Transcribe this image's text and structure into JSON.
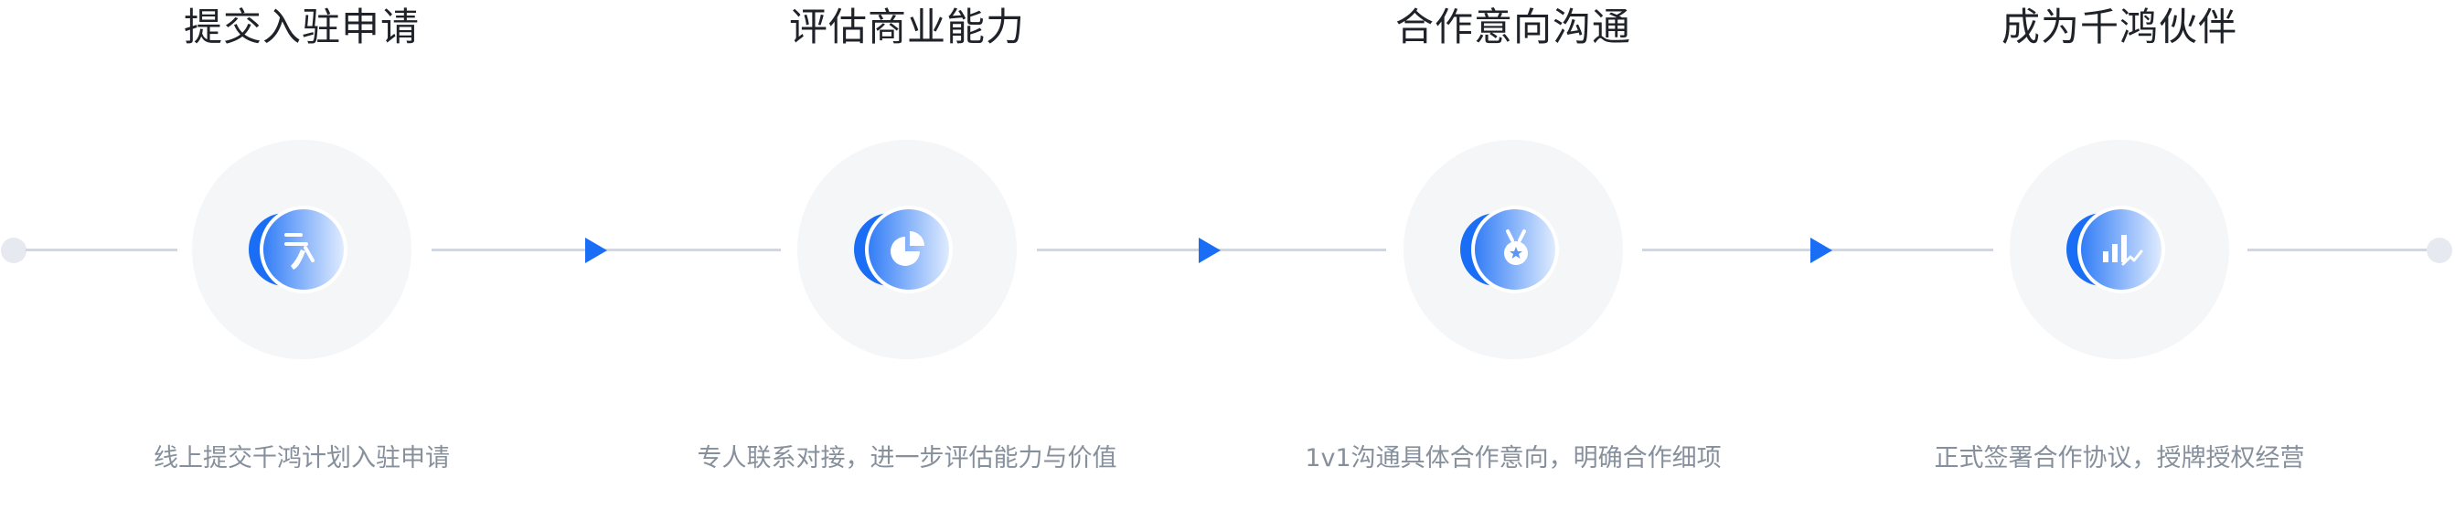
{
  "accent_color": "#1a6ef5",
  "steps": [
    {
      "title": "提交入驻申请",
      "description": "线上提交千鸿计划入驻申请",
      "icon": "phone-message-icon"
    },
    {
      "title": "评估商业能力",
      "description": "专人联系对接，进一步评估能力与价值",
      "icon": "pie-chart-icon"
    },
    {
      "title": "合作意向沟通",
      "description": "1v1沟通具体合作意向，明确合作细项",
      "icon": "medal-icon"
    },
    {
      "title": "成为千鸿伙伴",
      "description": "正式签署合作协议，授牌授权经营",
      "icon": "growth-chart-icon"
    }
  ]
}
